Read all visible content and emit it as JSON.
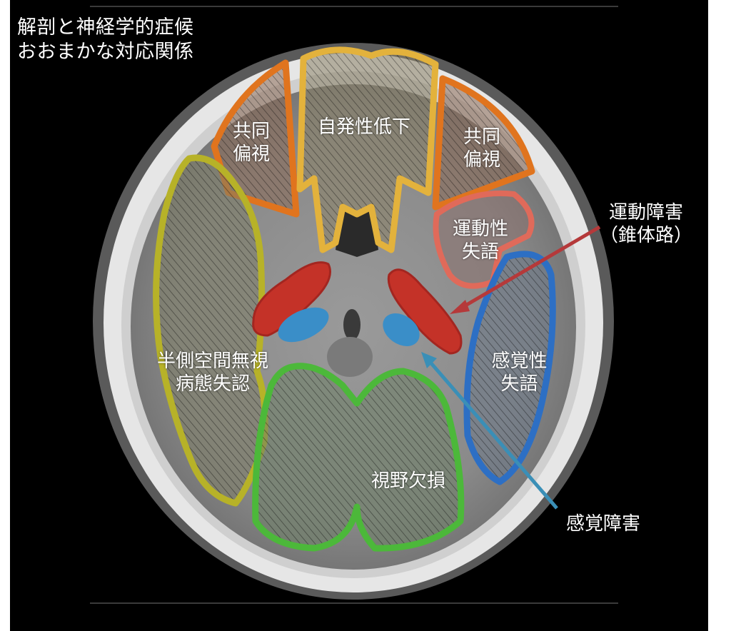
{
  "title": {
    "line1": "解剖と神経学的症候",
    "line2": "おおまかな対応関係"
  },
  "regions": {
    "conjugate_deviation": {
      "line1": "共同",
      "line2": "偏視",
      "color": "#e0741e"
    },
    "abulia": {
      "label": "自発性低下",
      "color": "#e3b23c"
    },
    "motor_aphasia": {
      "line1": "運動性",
      "line2": "失語",
      "color": "#e06a5a"
    },
    "sensory_aphasia": {
      "line1": "感覚性",
      "line2": "失語",
      "color": "#2d6fc4"
    },
    "hemispatial_neglect": {
      "line1": "半側空間無視",
      "line2": "病態失認",
      "color": "#b7b228"
    },
    "visual_field_defect": {
      "label": "視野欠損",
      "color": "#4cb83a"
    },
    "internal_capsule_color": "#c43228",
    "thalamus_color": "#3a8ec8"
  },
  "callouts": {
    "motor": {
      "line1": "運動障害",
      "line2": "（錐体路）",
      "color": "#b5393a"
    },
    "sensory": {
      "label": "感覚障害",
      "color": "#3a8fb7"
    }
  }
}
